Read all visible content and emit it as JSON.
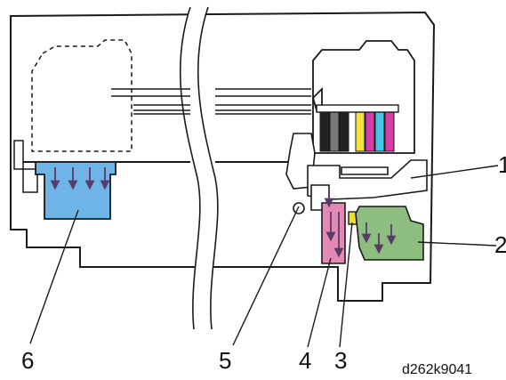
{
  "diagram": {
    "callouts": [
      {
        "id": "1",
        "label": "1"
      },
      {
        "id": "2",
        "label": "2"
      },
      {
        "id": "3",
        "label": "3"
      },
      {
        "id": "4",
        "label": "4"
      },
      {
        "id": "5",
        "label": "5"
      },
      {
        "id": "6",
        "label": "6"
      }
    ],
    "figure_code": "d262k9041",
    "colors": {
      "outline": "#1a1a1a",
      "tank_blue": "#6fb4e6",
      "tank_green": "#8dbd7f",
      "tank_pink": "#e38ab4",
      "tank_yellow": "#f0df2e",
      "arrow": "#5a3a6a",
      "ink_black": "#222222",
      "ink_gray": "#777777",
      "ink_yellow": "#f3e23a",
      "ink_magenta": "#d63ca4",
      "ink_cyan": "#44c7e6"
    }
  }
}
